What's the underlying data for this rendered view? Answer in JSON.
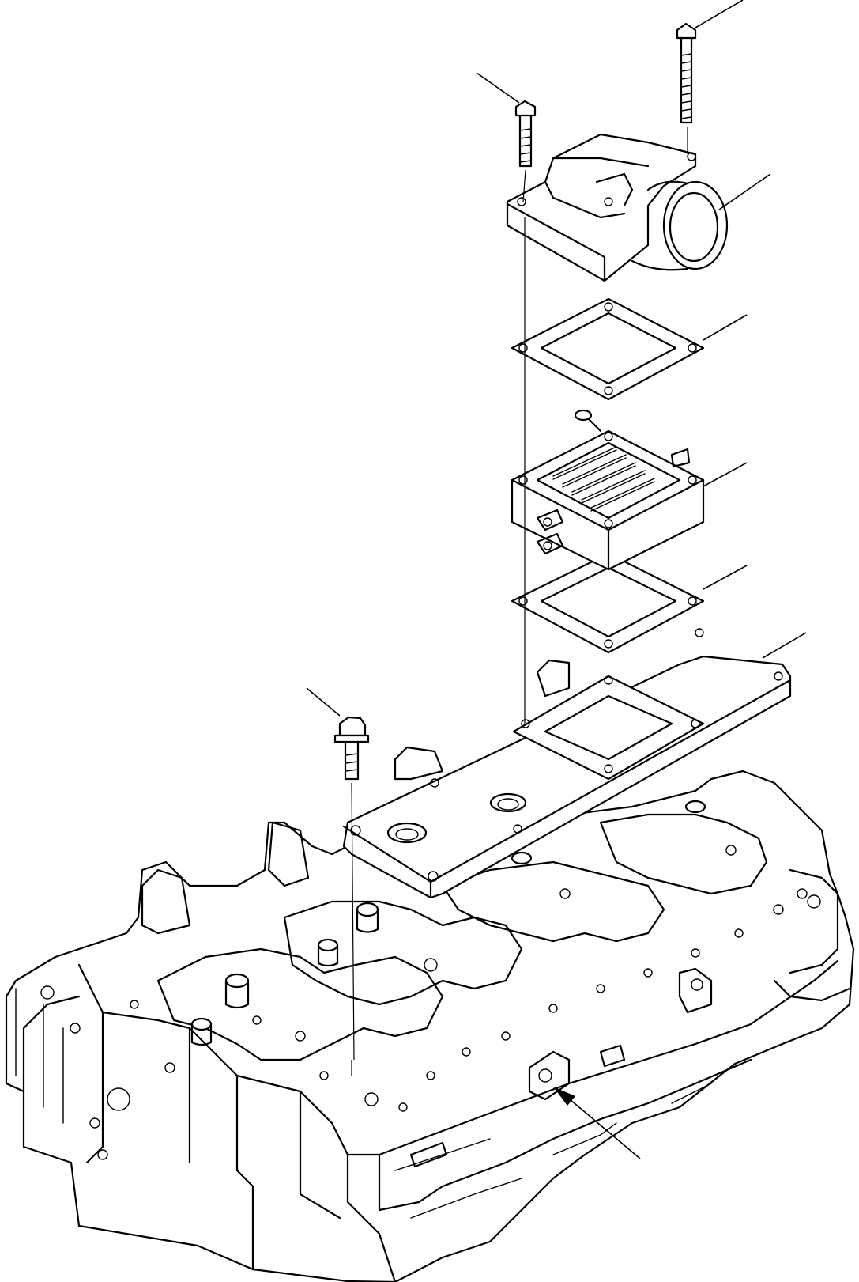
{
  "diagram": {
    "type": "exploded-parts-view",
    "background": "#ffffff",
    "line_color": "#000000",
    "parts": [
      {
        "name": "long-bolt"
      },
      {
        "name": "short-bolt"
      },
      {
        "name": "intake-elbow"
      },
      {
        "name": "upper-gasket"
      },
      {
        "name": "intake-heater"
      },
      {
        "name": "lower-gasket"
      },
      {
        "name": "intake-manifold-plate"
      },
      {
        "name": "flange-bolt"
      },
      {
        "name": "cylinder-head"
      }
    ],
    "callout_labels": [],
    "direction_arrow": "front-indicator"
  }
}
